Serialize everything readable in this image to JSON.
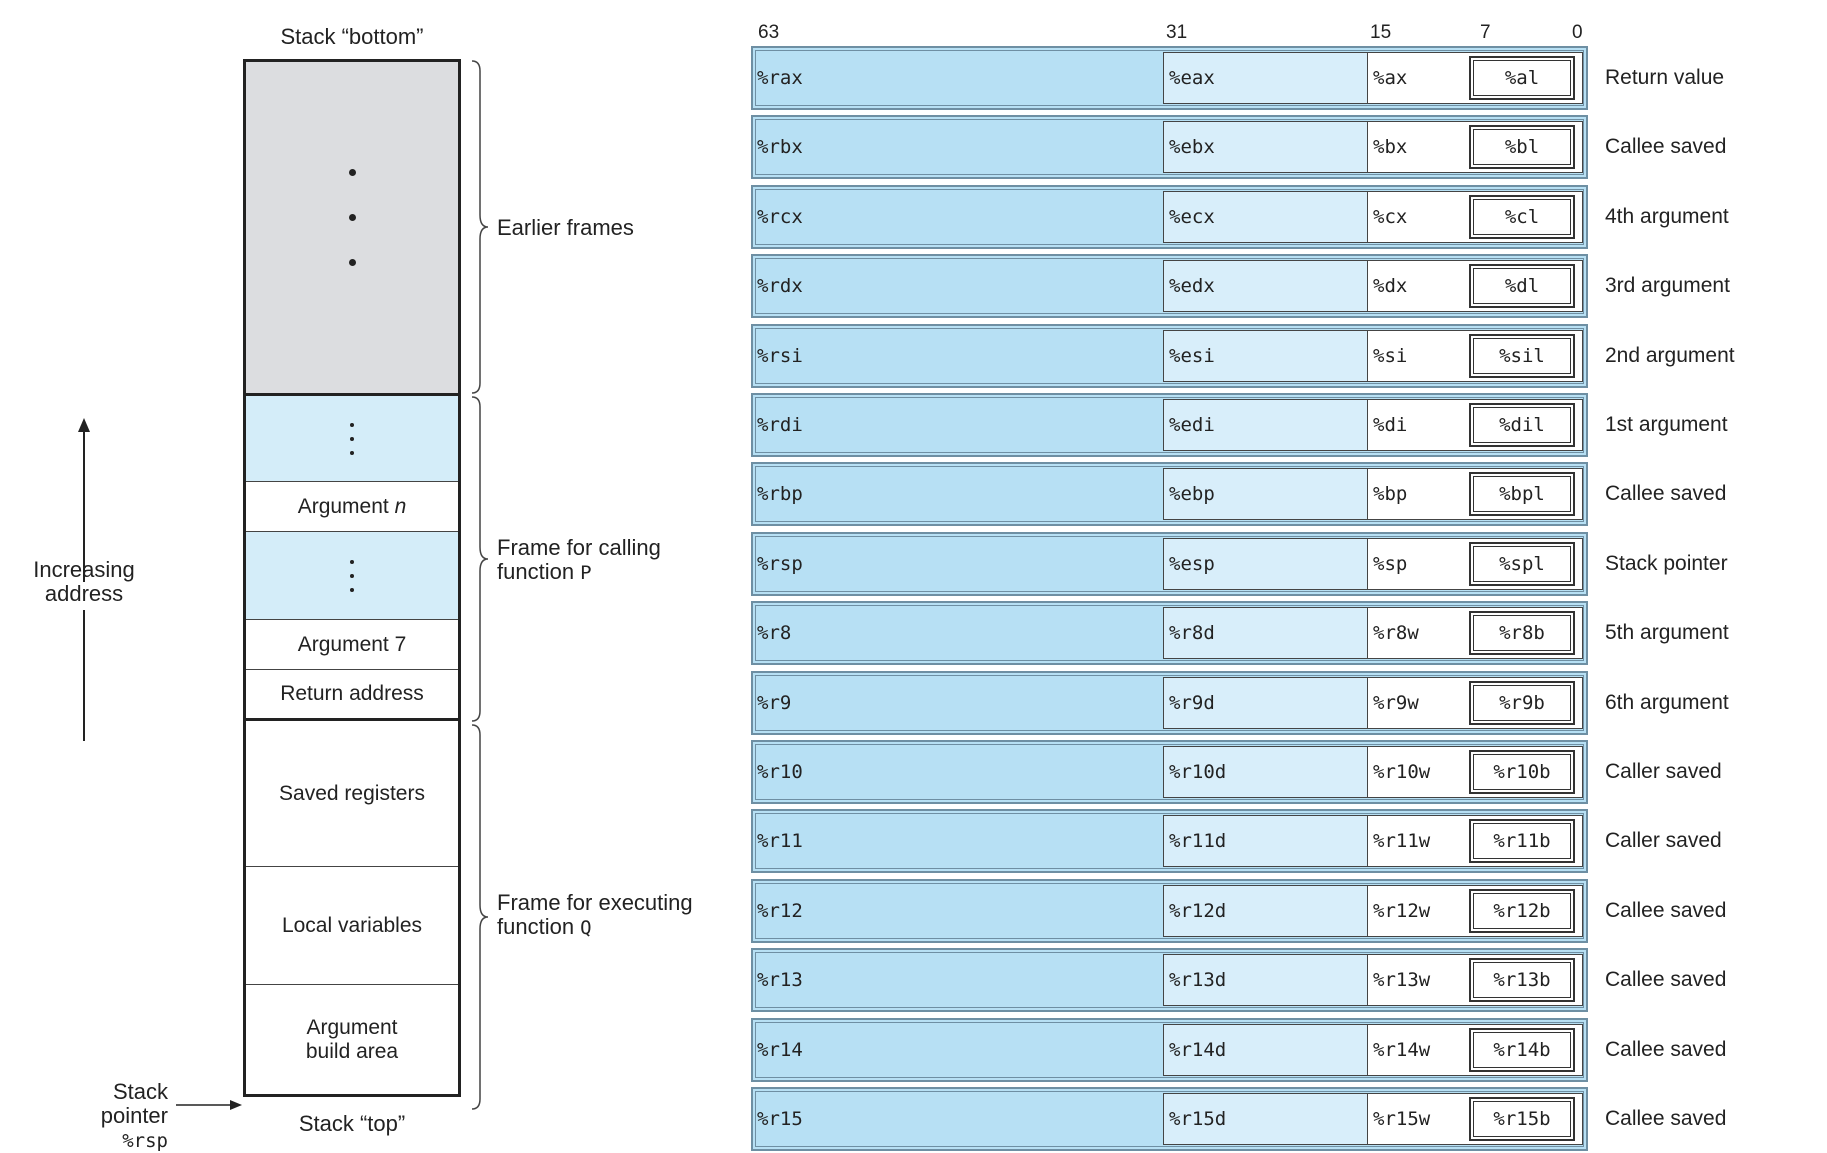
{
  "stack": {
    "top_caption": "Stack “bottom”",
    "bottom_caption": "Stack “top”",
    "cells": {
      "argument_n_prefix": "Argument ",
      "argument_n_var": "n",
      "argument_7": "Argument 7",
      "return_address": "Return address",
      "saved_registers": "Saved registers",
      "local_variables": "Local variables",
      "argument_build_area_line1": "Argument",
      "argument_build_area_line2": "build area"
    },
    "braces": {
      "earlier_frames": "Earlier frames",
      "calling_line1": "Frame for calling",
      "calling_line2_text": "function ",
      "calling_line2_code": "P",
      "executing_line1": "Frame for executing",
      "executing_line2_text": "function ",
      "executing_line2_code": "Q"
    },
    "increasing_address_line1": "Increasing",
    "increasing_address_line2": "address",
    "stack_pointer_label": "Stack pointer",
    "stack_pointer_reg": "%rsp"
  },
  "registers": {
    "bit_labels": [
      "63",
      "31",
      "15",
      "7",
      "0"
    ],
    "rows": [
      {
        "q": "%rax",
        "d": "%eax",
        "w": "%ax",
        "b": "%al",
        "role": "Return value"
      },
      {
        "q": "%rbx",
        "d": "%ebx",
        "w": "%bx",
        "b": "%bl",
        "role": "Callee saved"
      },
      {
        "q": "%rcx",
        "d": "%ecx",
        "w": "%cx",
        "b": "%cl",
        "role": "4th argument"
      },
      {
        "q": "%rdx",
        "d": "%edx",
        "w": "%dx",
        "b": "%dl",
        "role": "3rd argument"
      },
      {
        "q": "%rsi",
        "d": "%esi",
        "w": "%si",
        "b": "%sil",
        "role": "2nd argument"
      },
      {
        "q": "%rdi",
        "d": "%edi",
        "w": "%di",
        "b": "%dil",
        "role": "1st argument"
      },
      {
        "q": "%rbp",
        "d": "%ebp",
        "w": "%bp",
        "b": "%bpl",
        "role": "Callee saved"
      },
      {
        "q": "%rsp",
        "d": "%esp",
        "w": "%sp",
        "b": "%spl",
        "role": "Stack pointer"
      },
      {
        "q": "%r8",
        "d": "%r8d",
        "w": "%r8w",
        "b": "%r8b",
        "role": "5th argument"
      },
      {
        "q": "%r9",
        "d": "%r9d",
        "w": "%r9w",
        "b": "%r9b",
        "role": "6th argument"
      },
      {
        "q": "%r10",
        "d": "%r10d",
        "w": "%r10w",
        "b": "%r10b",
        "role": "Caller saved"
      },
      {
        "q": "%r11",
        "d": "%r11d",
        "w": "%r11w",
        "b": "%r11b",
        "role": "Caller saved"
      },
      {
        "q": "%r12",
        "d": "%r12d",
        "w": "%r12w",
        "b": "%r12b",
        "role": "Callee saved"
      },
      {
        "q": "%r13",
        "d": "%r13d",
        "w": "%r13w",
        "b": "%r13b",
        "role": "Callee saved"
      },
      {
        "q": "%r14",
        "d": "%r14d",
        "w": "%r14w",
        "b": "%r14b",
        "role": "Callee saved"
      },
      {
        "q": "%r15",
        "d": "%r15d",
        "w": "%r15w",
        "b": "%r15b",
        "role": "Callee saved"
      }
    ]
  },
  "colors": {
    "gray_frame": "#dcdde0",
    "light_blue": "#d4edf9",
    "register_blue": "#b7e0f4",
    "register_light": "#d8eefa"
  }
}
